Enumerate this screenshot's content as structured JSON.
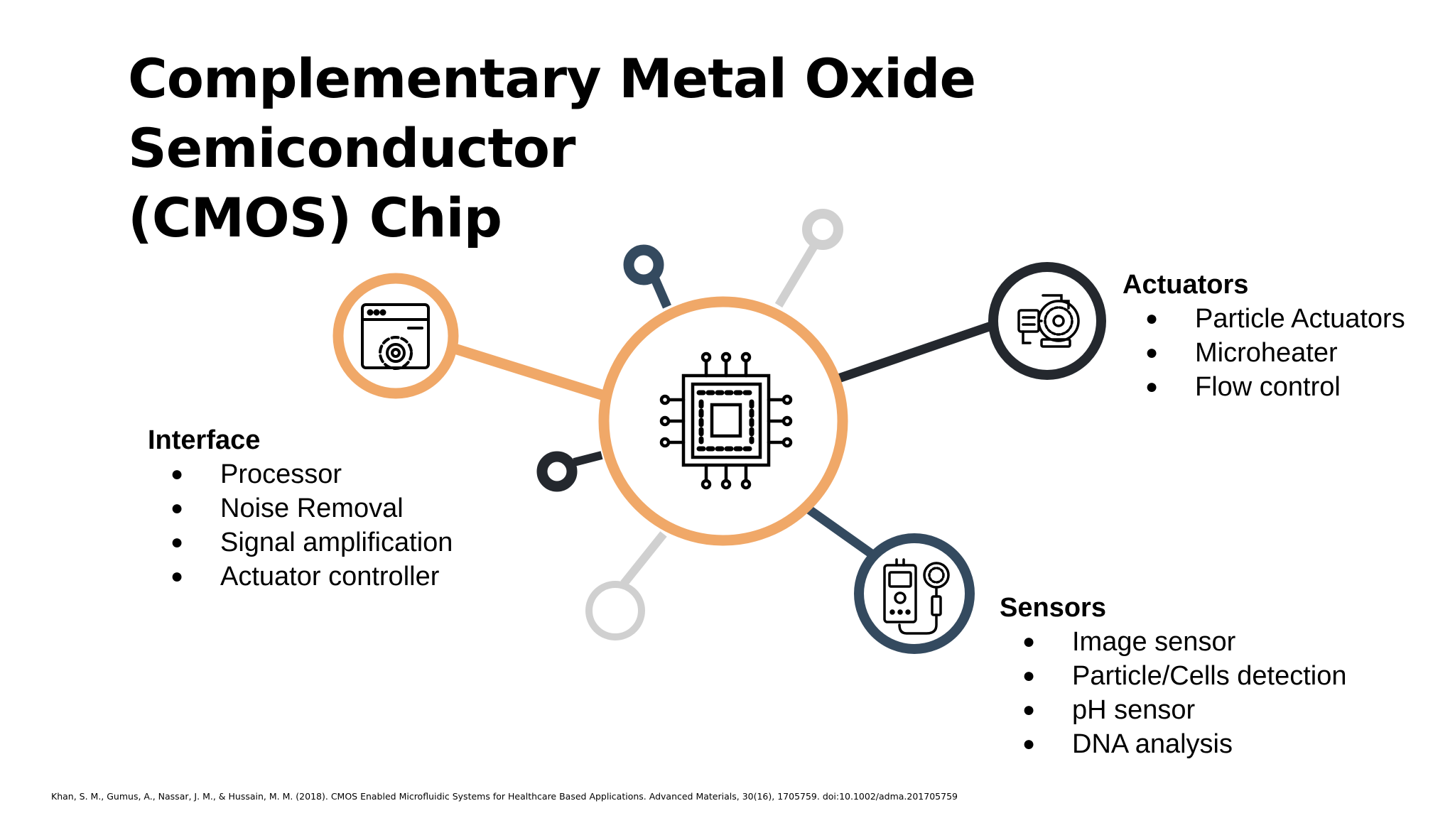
{
  "slide": {
    "title_line1": "Complementary Metal Oxide Semiconductor",
    "title_line2": "(CMOS) Chip"
  },
  "hub": {
    "icon": "cpu-chip-icon"
  },
  "groups": {
    "interface": {
      "heading": "Interface",
      "icon": "settings-window-icon",
      "items": [
        "Processor",
        "Noise Removal",
        "Signal amplification",
        "Actuator controller"
      ]
    },
    "actuators": {
      "heading": "Actuators",
      "icon": "actuator-motor-icon",
      "items": [
        "Particle Actuators",
        "Microheater",
        "Flow control"
      ]
    },
    "sensors": {
      "heading": "Sensors",
      "icon": "sensor-meter-icon",
      "items": [
        "Image sensor",
        "Particle/Cells detection",
        "pH sensor",
        "DNA analysis"
      ]
    }
  },
  "colors": {
    "orange": "#f0a868",
    "dark": "#24282e",
    "navy": "#344a5f",
    "gray": "#d0d0d0"
  },
  "citation": "Khan, S. M., Gumus, A., Nassar, J. M., & Hussain, M. M. (2018). CMOS Enabled Microfluidic Systems for Healthcare Based Applications. Advanced Materials, 30(16), 1705759. doi:10.1002/adma.201705759"
}
